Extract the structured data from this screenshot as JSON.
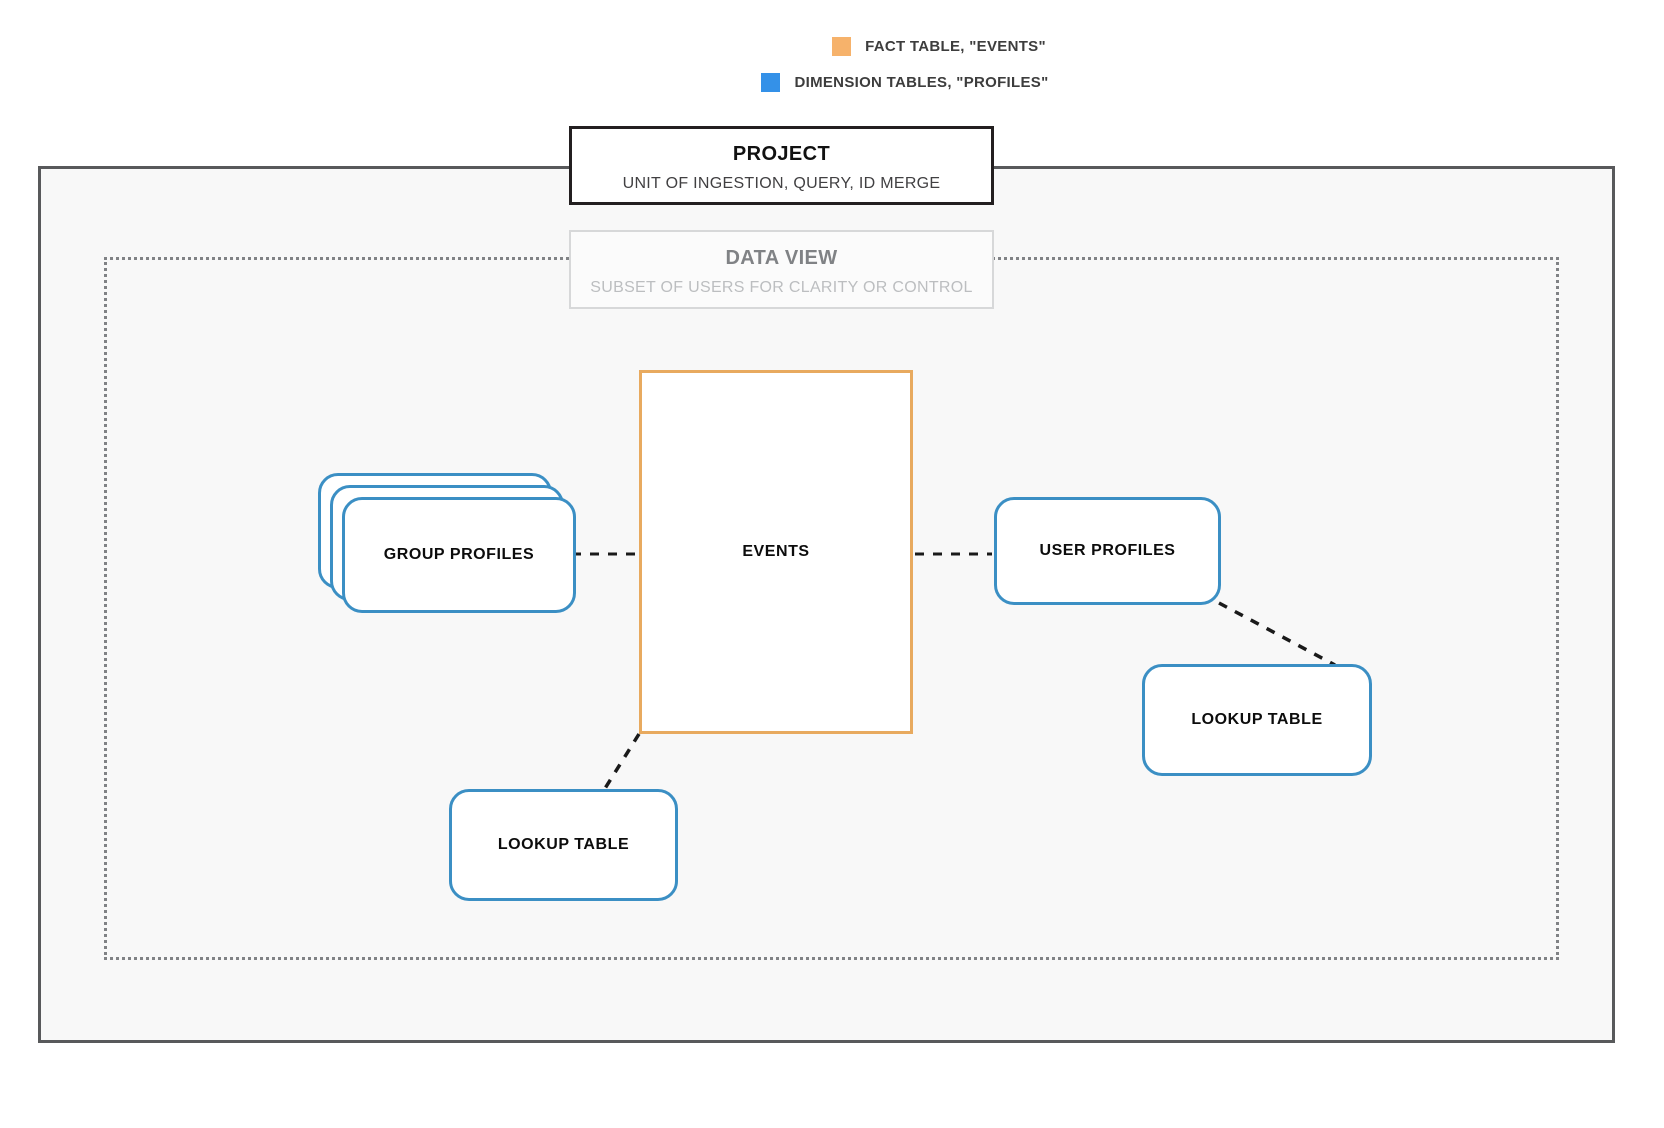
{
  "legend": {
    "items": [
      {
        "label": "FACT TABLE, \"EVENTS\"",
        "color": "#f6b26b",
        "icon": "square-swatch-orange"
      },
      {
        "label": "DIMENSION TABLES, \"PROFILES\"",
        "color": "#3491e8",
        "icon": "square-swatch-blue"
      }
    ]
  },
  "project": {
    "title": "PROJECT",
    "subtitle": "UNIT OF INGESTION, QUERY, ID MERGE",
    "border_color": "#231f20"
  },
  "data_view": {
    "title": "DATA VIEW",
    "subtitle": "SUBSET OF USERS FOR CLARITY OR CONTROL",
    "border_color": "#d7d8d9",
    "title_color": "#808285",
    "subtitle_color": "#bcbec0"
  },
  "nodes": {
    "events": {
      "label": "EVENTS",
      "border_color": "#e8aa5f"
    },
    "group_profiles": {
      "label": "GROUP PROFILES",
      "border_color": "#3b8fc4",
      "stack_count": 3
    },
    "user_profiles": {
      "label": "USER PROFILES",
      "border_color": "#3b8fc4"
    },
    "lookup_table_left": {
      "label": "LOOKUP TABLE",
      "border_color": "#3b8fc4"
    },
    "lookup_table_right": {
      "label": "LOOKUP TABLE",
      "border_color": "#3b8fc4"
    }
  },
  "connectors": {
    "stroke_color": "#1a1a1a",
    "style": "dashed",
    "edges": [
      {
        "from": "group_profiles",
        "to": "events"
      },
      {
        "from": "events",
        "to": "user_profiles"
      },
      {
        "from": "events",
        "to": "lookup_table_left"
      },
      {
        "from": "user_profiles",
        "to": "lookup_table_right"
      }
    ]
  }
}
